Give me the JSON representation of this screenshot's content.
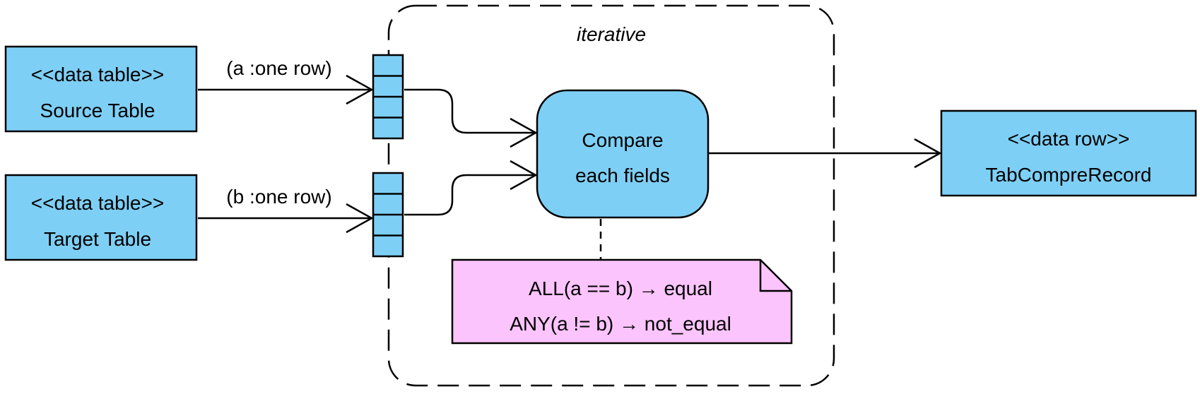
{
  "colors": {
    "node_fill": "#7ecff5",
    "note_fill": "#fcc4fc",
    "stroke": "#000000",
    "background": "#ffffff"
  },
  "region": {
    "label": "iterative"
  },
  "nodes": {
    "source": {
      "stereotype": "<<data table>>",
      "name": "Source Table"
    },
    "target": {
      "stereotype": "<<data table>>",
      "name": "Target Table"
    },
    "action": {
      "line1": "Compare",
      "line2": "each fields"
    },
    "output": {
      "stereotype": "<<data row>>",
      "name": "TabCompreRecord"
    }
  },
  "edges": {
    "source_label": "(a :one row)",
    "target_label": "(b :one row)"
  },
  "note": {
    "line1": "ALL(a == b) → equal",
    "line2": "ANY(a != b) → not_equal"
  }
}
